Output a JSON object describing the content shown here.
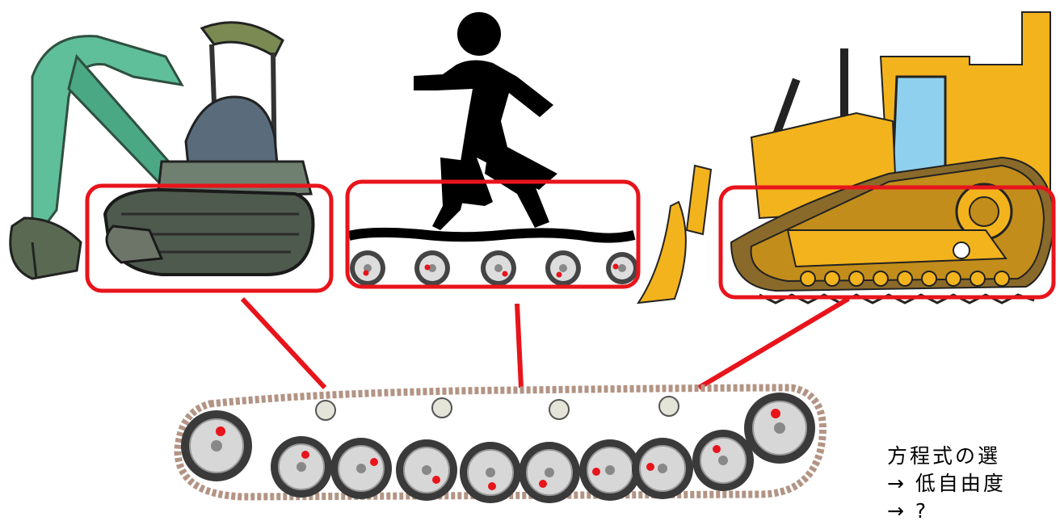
{
  "scene": {
    "panels": [
      {
        "id": "excavator",
        "subject": "mini-excavator-illustration"
      },
      {
        "id": "walker",
        "subject": "walking-person-on-wheel-conveyor"
      },
      {
        "id": "bulldozer",
        "subject": "crawler-bulldozer-illustration"
      }
    ],
    "highlight_color": "#e8141b",
    "machine_yellow": "#f2b31d",
    "excavator_green": "#3fae8f",
    "track_color": "#b39484"
  },
  "caption": {
    "line1": "方程式の選",
    "line2": "→ 低自由度",
    "line3": "→ ?"
  }
}
